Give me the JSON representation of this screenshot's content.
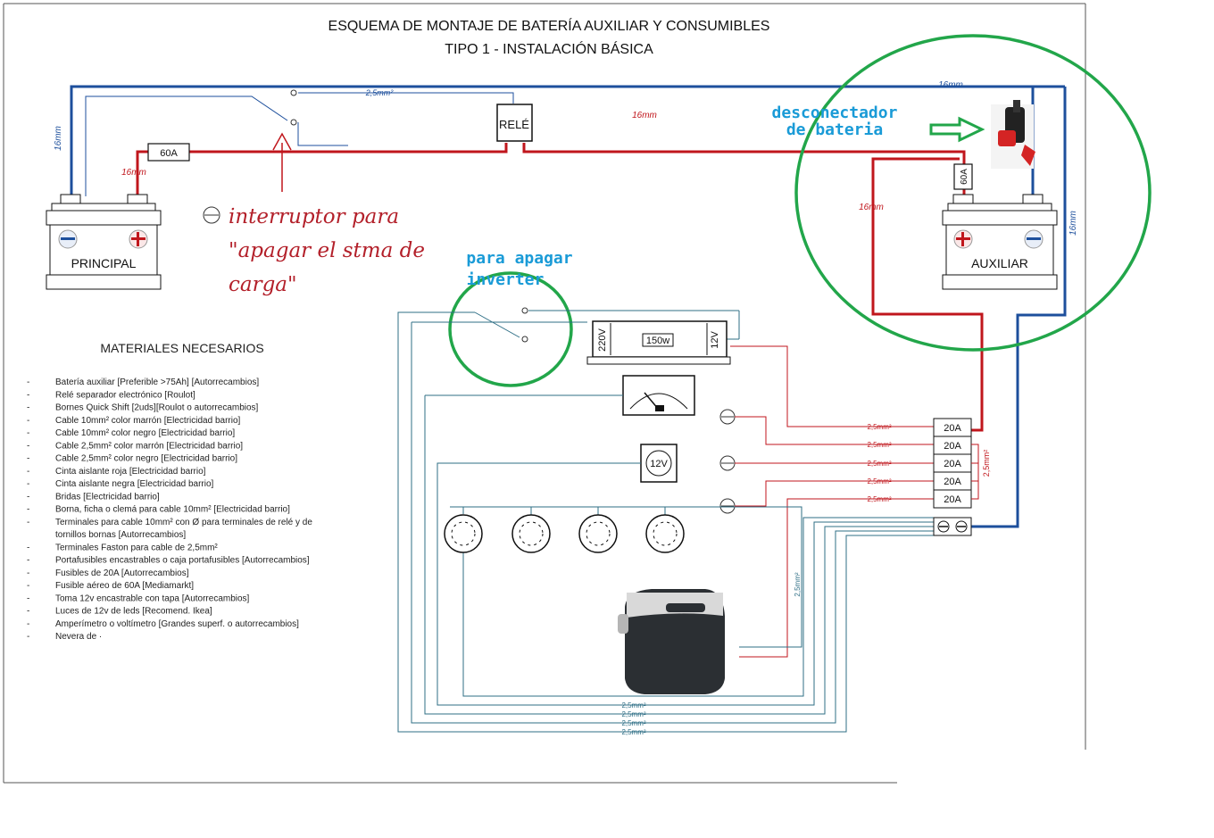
{
  "title": {
    "line1": "ESQUEMA DE MONTAJE DE BATERÍA AUXILIAR Y CONSUMIBLES",
    "line2": "TIPO 1 - INSTALACIÓN BÁSICA"
  },
  "batteries": {
    "principal": "PRINCIPAL",
    "auxiliar": "AUXILIAR"
  },
  "relay": "RELÉ",
  "fuses": {
    "main_60a": "60A",
    "aux_60a": "60A",
    "block": [
      "20A",
      "20A",
      "20A",
      "20A",
      "20A"
    ]
  },
  "cable_labels": {
    "c16": "16mm",
    "c25": "2,5mm²",
    "c25_vertical": "2,5mm²"
  },
  "inverter": {
    "left": "220V",
    "center": "150w",
    "right": "12V"
  },
  "socket": "12V",
  "annotations": {
    "interruptor_1": "interruptor para",
    "interruptor_2": "\"apagar el stma de",
    "interruptor_3": "carga\"",
    "inverter_1": "para apagar",
    "inverter_2": "inverter",
    "desc_1": "desconectador",
    "desc_2": "de bateria"
  },
  "materials": {
    "heading": "MATERIALES NECESARIOS",
    "items": [
      "Batería auxiliar [Preferible >75Ah] [Autorrecambios]",
      "Relé separador electrónico [Roulot]",
      "Bornes Quick Shift [2uds][Roulot o autorrecambios]",
      "Cable 10mm² color marrón [Electricidad barrio]",
      "Cable 10mm² color negro [Electricidad barrio]",
      "Cable 2,5mm² color marrón [Electricidad barrio]",
      "Cable 2,5mm² color negro [Electricidad barrio]",
      "Cinta aislante roja [Electricidad barrio]",
      "Cinta aislante negra [Electricidad barrio]",
      "Bridas [Electricidad barrio]",
      "Borna, ficha o clemá para cable 10mm² [Electricidad barrio]",
      "Terminales para cable 10mm² con Ø para terminales de relé y de",
      "tornillos bornas [Autorrecambios]",
      "Terminales Faston para cable de 2,5mm²",
      "Portafusibles encastrables o caja portafusibles [Autorrecambios]",
      "Fusibles de 20A [Autorrecambios]",
      "Fusible aéreo de 60A [Mediamarkt]",
      "Toma 12v encastrable con tapa [Autorrecambios]",
      "Luces de 12v de leds [Recomend. Ikea]",
      "Amperímetro o voltímetro [Grandes superf. o autorrecambios]",
      "Nevera de ·"
    ]
  },
  "colors": {
    "red": "#c0161c",
    "blue": "#1d4f9c",
    "teal": "#2f6f86",
    "green": "#22a64a",
    "cyan_text": "#1a9bd7",
    "dark_red_text": "#b3202a"
  }
}
